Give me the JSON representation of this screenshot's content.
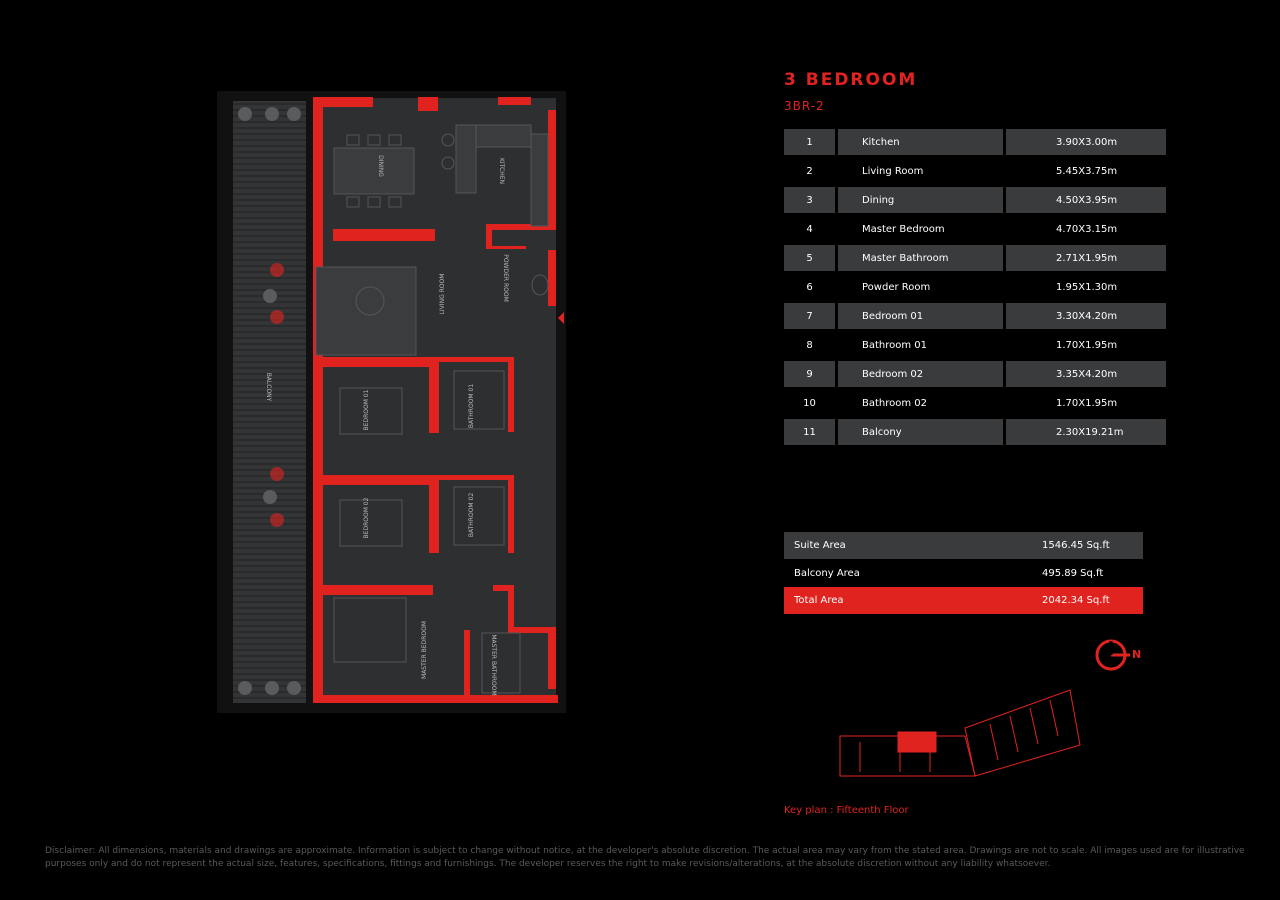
{
  "title": "3 BEDROOM",
  "subtitle": "3BR-2",
  "rooms": [
    {
      "num": "1",
      "name": "Kitchen",
      "dim": "3.90X3.00m"
    },
    {
      "num": "2",
      "name": "Living Room",
      "dim": "5.45X3.75m"
    },
    {
      "num": "3",
      "name": "Dining",
      "dim": "4.50X3.95m"
    },
    {
      "num": "4",
      "name": "Master Bedroom",
      "dim": "4.70X3.15m"
    },
    {
      "num": "5",
      "name": "Master Bathroom",
      "dim": "2.71X1.95m"
    },
    {
      "num": "6",
      "name": "Powder Room",
      "dim": "1.95X1.30m"
    },
    {
      "num": "7",
      "name": "Bedroom 01",
      "dim": "3.30X4.20m"
    },
    {
      "num": "8",
      "name": "Bathroom 01",
      "dim": "1.70X1.95m"
    },
    {
      "num": "9",
      "name": "Bedroom 02",
      "dim": "3.35X4.20m"
    },
    {
      "num": "10",
      "name": "Bathroom 02",
      "dim": "1.70X1.95m"
    },
    {
      "num": "11",
      "name": "Balcony",
      "dim": "2.30X19.21m"
    }
  ],
  "areas": {
    "suite": {
      "label": "Suite Area",
      "value": "1546.45 Sq.ft"
    },
    "balcony": {
      "label": "Balcony Area",
      "value": "495.89 Sq.ft"
    },
    "total": {
      "label": "Total Area",
      "value": "2042.34 Sq.ft"
    }
  },
  "plan_labels": {
    "dining": "DINING",
    "kitchen": "KITCHEN",
    "living": "LIVING ROOM",
    "powder": "POWDER ROOM",
    "balcony": "BALCONY",
    "bedroom1": "BEDROOM 01",
    "bathroom1": "BATHROOM 01",
    "bedroom2": "BEDROOM 02",
    "bathroom2": "BATHROOM 02",
    "master_bedroom": "MASTER BEDROOM",
    "master_bathroom": "MASTER BATHROOM"
  },
  "north": "N",
  "keyplan_label": "Key plan : Fifteenth Floor",
  "disclaimer": "Disclaimer: All dimensions, materials and drawings are approximate. Information is subject to change without notice, at the developer's absolute discretion. The actual area may vary from the stated area. Drawings are not to scale. All images used are for illustrative purposes only and do not represent the actual size, features, specifications, fittings and furnishings. The developer reserves the right to make revisions/alterations, at the absolute discretion without any liability whatsoever.",
  "colors": {
    "accent": "#e0231f",
    "floor": "#2e2f31",
    "panel": "#3a3b3d",
    "background": "#000000"
  }
}
